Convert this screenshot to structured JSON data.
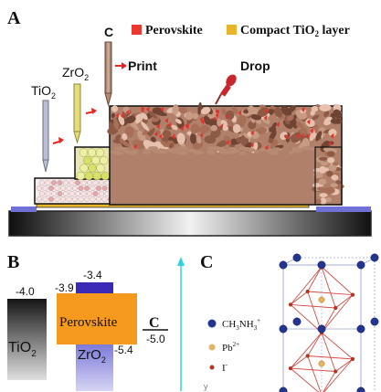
{
  "panel_a": {
    "label": "A",
    "legend": {
      "perovskite": "Perovskite",
      "compact_prefix": "Compact TiO",
      "compact_sub": "2",
      "compact_suffix": " layer",
      "perovskite_color": "#e8382f",
      "compact_color": "#e7b42a"
    },
    "probes": {
      "tio2": {
        "main": "TiO",
        "sub": "2"
      },
      "zro2": {
        "main": "ZrO",
        "sub": "2"
      },
      "c": {
        "main": "C"
      }
    },
    "print_label": "Print",
    "drop_label": "Drop"
  },
  "panel_b": {
    "label": "B",
    "tio2_main": "TiO",
    "tio2_sub": "2",
    "zro2_main": "ZrO",
    "zro2_sub": "2",
    "perovskite": "Perovskite",
    "c_label": "C",
    "energies": {
      "tio2": "-4.0",
      "perovskite_top": "-3.4",
      "perovskite_left": "-3.9",
      "perovskite_bottom": "-5.4",
      "carbon": "-5.0"
    }
  },
  "panel_c": {
    "label": "C",
    "legend": [
      {
        "main": "CH",
        "sub": "3",
        "mid": "NH",
        "sub2": "3",
        "sup": "+",
        "color": "#23358f"
      },
      {
        "main": "Pb",
        "sup": "2+",
        "color": "#e3b563"
      },
      {
        "main": "I",
        "sup": "-",
        "color": "#b6341f"
      }
    ],
    "axis_label": "y"
  }
}
